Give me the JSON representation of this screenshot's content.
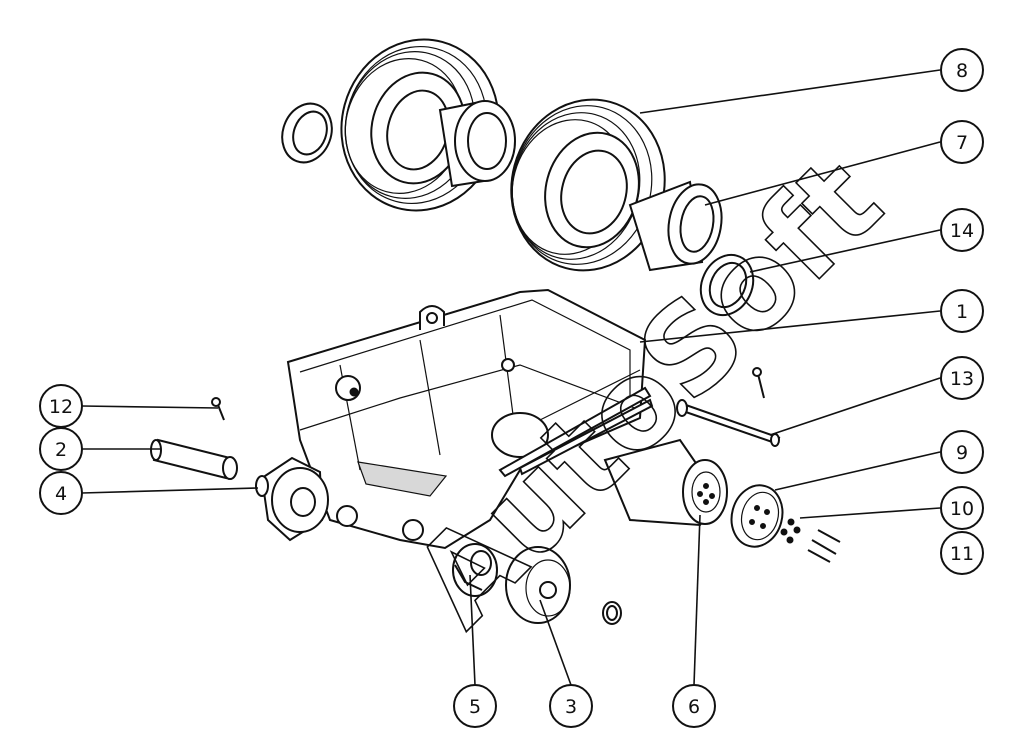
{
  "watermark": {
    "text": "AutoSoft"
  },
  "callouts": [
    {
      "id": "8",
      "label": "8"
    },
    {
      "id": "7",
      "label": "7"
    },
    {
      "id": "14",
      "label": "14"
    },
    {
      "id": "1",
      "label": "1"
    },
    {
      "id": "13",
      "label": "13"
    },
    {
      "id": "9",
      "label": "9"
    },
    {
      "id": "10",
      "label": "10"
    },
    {
      "id": "11",
      "label": "11"
    },
    {
      "id": "12",
      "label": "12"
    },
    {
      "id": "2",
      "label": "2"
    },
    {
      "id": "4",
      "label": "4"
    },
    {
      "id": "5",
      "label": "5"
    },
    {
      "id": "3",
      "label": "3"
    },
    {
      "id": "6",
      "label": "6"
    }
  ]
}
